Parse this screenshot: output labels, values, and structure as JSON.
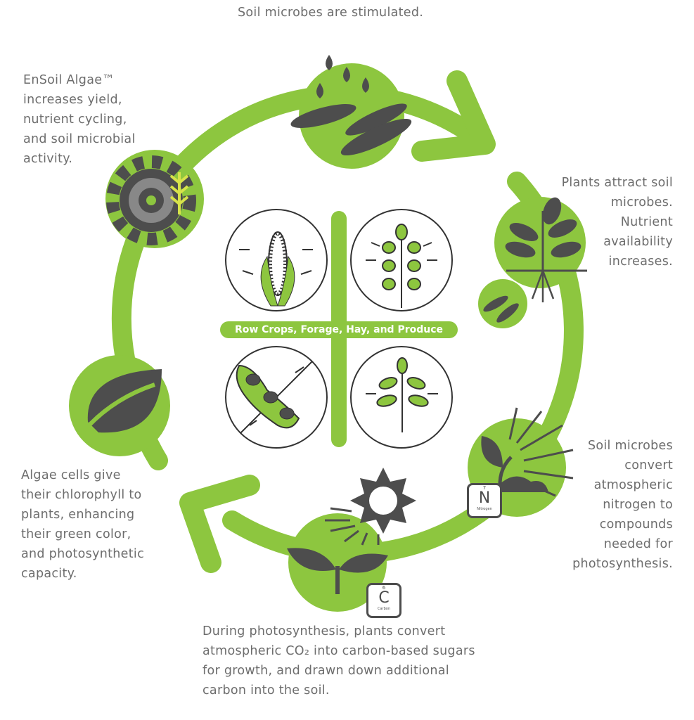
{
  "colors": {
    "green": "#8dc63f",
    "dark": "#4d4d4d",
    "text": "#6d6d6d"
  },
  "captions": {
    "top": "Soil microbes are stimulated.",
    "upper_left": [
      "EnSoil Algae™",
      "increases yield,",
      "nutrient cycling,",
      "and soil microbial",
      "activity."
    ],
    "right": [
      "Plants attract soil",
      "microbes.",
      "Nutrient",
      "availability",
      "increases."
    ],
    "lower_right": [
      "Soil microbes",
      "convert",
      "atmospheric",
      "nitrogen to",
      "compounds",
      "needed for",
      "photosynthesis."
    ],
    "bottom": [
      "During photosynthesis, plants convert",
      "atmospheric CO₂ into carbon-based sugars",
      "for growth, and drawn down additional",
      "carbon into the soil."
    ],
    "left": [
      "Algae cells give",
      "their chlorophyll to",
      "plants, enhancing",
      "their green color,",
      "and photosynthetic",
      "capacity."
    ]
  },
  "center_label": "Row Crops, Forage, Hay, and Produce",
  "elements": {
    "nitrogen": {
      "number": "7",
      "symbol": "N",
      "name": "Nitrogen"
    },
    "carbon": {
      "number": "6",
      "symbol": "C",
      "name": "Carbon"
    }
  }
}
